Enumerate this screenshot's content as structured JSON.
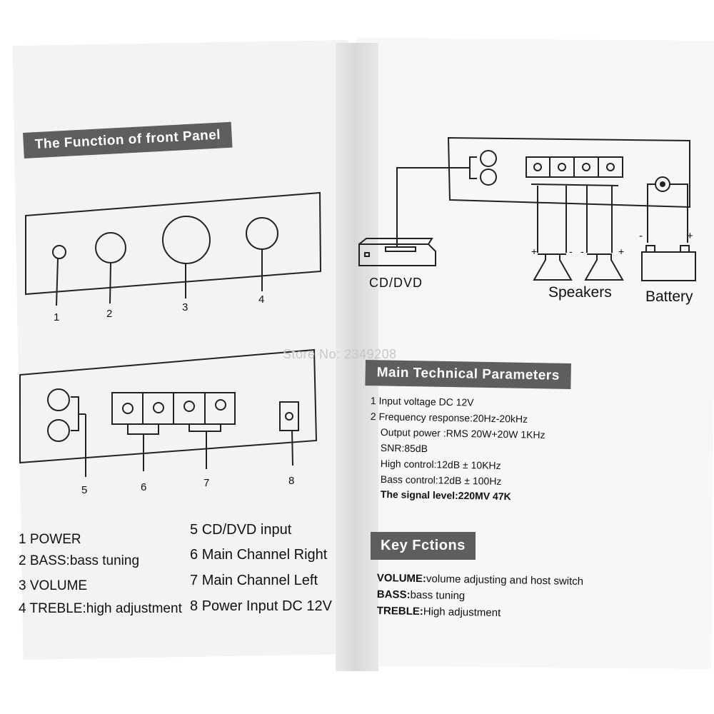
{
  "left": {
    "title": "The Function of front Panel",
    "front_numbers": [
      "1",
      "2",
      "3",
      "4"
    ],
    "rear_numbers": [
      "5",
      "6",
      "7",
      "8"
    ],
    "legend_col1": [
      {
        "num": "1",
        "label": "POWER"
      },
      {
        "num": "2",
        "label": "BASS:bass tuning"
      },
      {
        "num": "3",
        "label": "VOLUME"
      },
      {
        "num": "4",
        "label": "TREBLE:high adjustment"
      }
    ],
    "legend_col2": [
      {
        "num": "5",
        "label": "CD/DVD input"
      },
      {
        "num": "6",
        "label": "Main Channel Right"
      },
      {
        "num": "7",
        "label": "Main Channel Left"
      },
      {
        "num": "8",
        "label": "Power Input DC 12V"
      }
    ]
  },
  "watermark": "Store No: 2349208",
  "right": {
    "diagram": {
      "cd_label": "CD/DVD",
      "speakers_label": "Speakers",
      "battery_label": "Battery",
      "plus": "+",
      "minus": "-"
    },
    "params_title": "Main Technical Parameters",
    "params": [
      "1 Input voltage DC 12V",
      "2 Frequency response:20Hz-20kHz",
      "Output power :RMS 20W+20W 1KHz",
      "SNR:85dB",
      "High control:12dB ± 10KHz",
      "Bass control:12dB ± 100Hz",
      "The signal level:220MV 47K"
    ],
    "key_title": "Key Fctions",
    "key_functions": [
      {
        "name": "VOLUME:",
        "desc": "volume adjusting and host switch"
      },
      {
        "name": "BASS:",
        "desc": "bass tuning"
      },
      {
        "name": "TREBLE:",
        "desc": "High adjustment"
      }
    ]
  }
}
